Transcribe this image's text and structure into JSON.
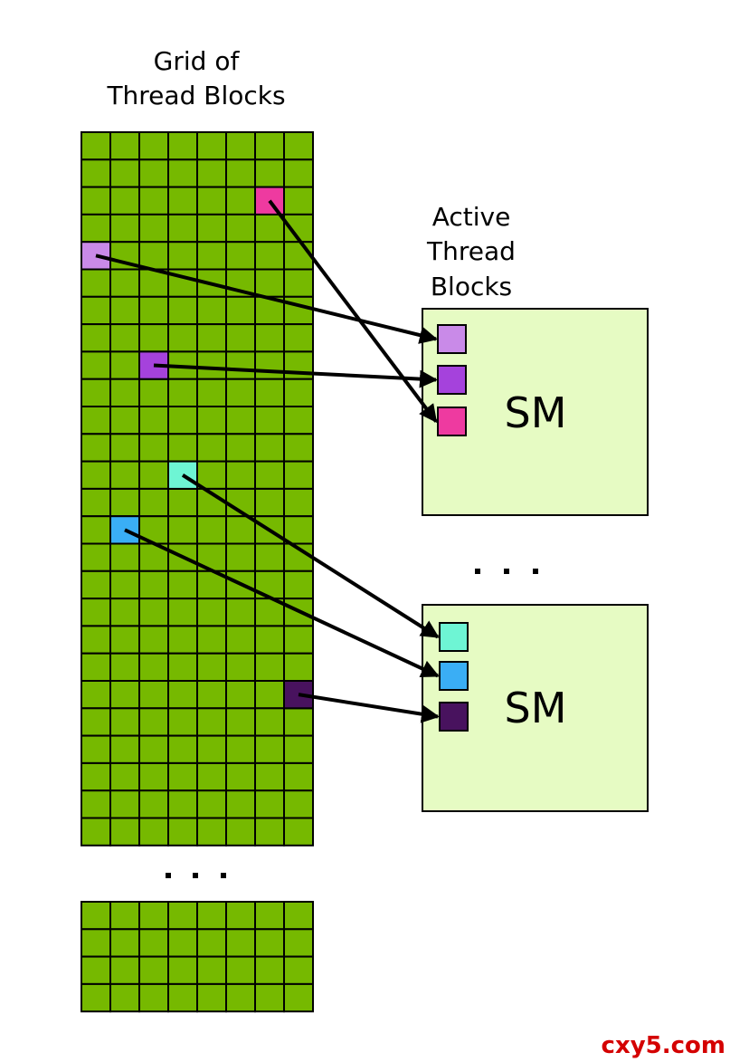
{
  "labels": {
    "grid_title_line1": "Grid of",
    "grid_title_line2": "Thread Blocks",
    "active_line1": "Active",
    "active_line2": "Thread",
    "active_line3": "Blocks",
    "sm_top": "SM",
    "sm_bottom": "SM",
    "watermark": "cxy5.com"
  },
  "grid": {
    "columns": 8,
    "top_rows": 26,
    "bottom_rows": 4,
    "cell_color": "#76b900"
  },
  "sm_fill": "#e6fbc3",
  "highlighted_blocks": [
    {
      "name": "pink",
      "color": "#ee3aa0",
      "row": 2,
      "col": 6,
      "sm": "top",
      "slot": 2
    },
    {
      "name": "light-purple",
      "color": "#c98ae8",
      "row": 4,
      "col": 0,
      "sm": "top",
      "slot": 0
    },
    {
      "name": "purple",
      "color": "#a542dc",
      "row": 8,
      "col": 2,
      "sm": "top",
      "slot": 1
    },
    {
      "name": "cyan",
      "color": "#6ef5d4",
      "row": 12,
      "col": 3,
      "sm": "bottom",
      "slot": 0
    },
    {
      "name": "blue",
      "color": "#3aaef5",
      "row": 14,
      "col": 1,
      "sm": "bottom",
      "slot": 1
    },
    {
      "name": "dark-purple",
      "color": "#48125e",
      "row": 20,
      "col": 7,
      "sm": "bottom",
      "slot": 2
    }
  ]
}
